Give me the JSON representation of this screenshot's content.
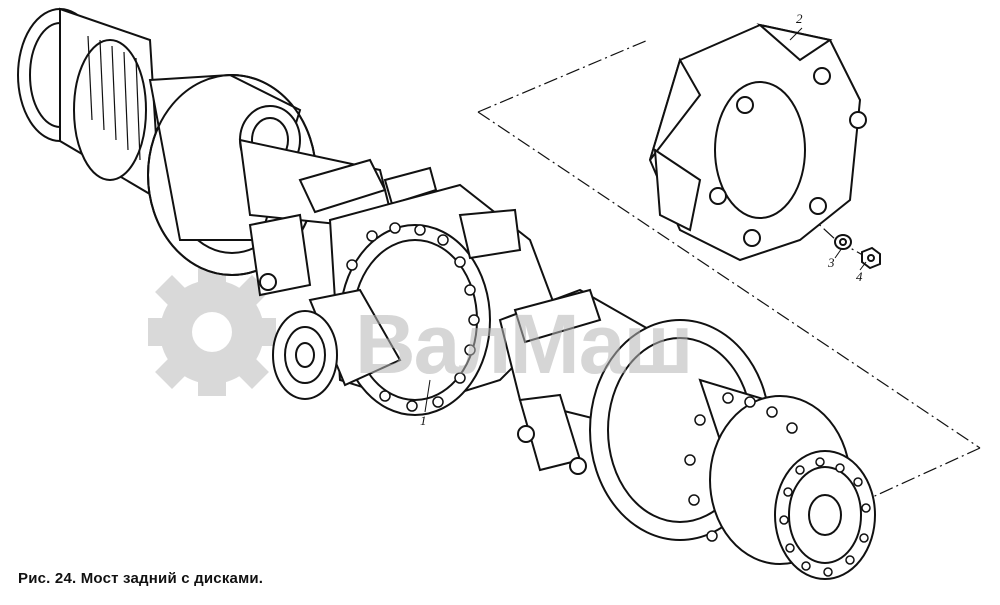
{
  "figure": {
    "caption": "Рис. 24. Мост задний с дисками.",
    "callouts": [
      {
        "id": "1",
        "text": "1"
      },
      {
        "id": "2",
        "text": "2"
      },
      {
        "id": "3",
        "text": "3"
      },
      {
        "id": "4",
        "text": "4"
      }
    ],
    "watermark": "ВалМаш",
    "colors": {
      "line": "#111111",
      "watermark": "#b5b5b5",
      "background": "#ffffff"
    }
  }
}
